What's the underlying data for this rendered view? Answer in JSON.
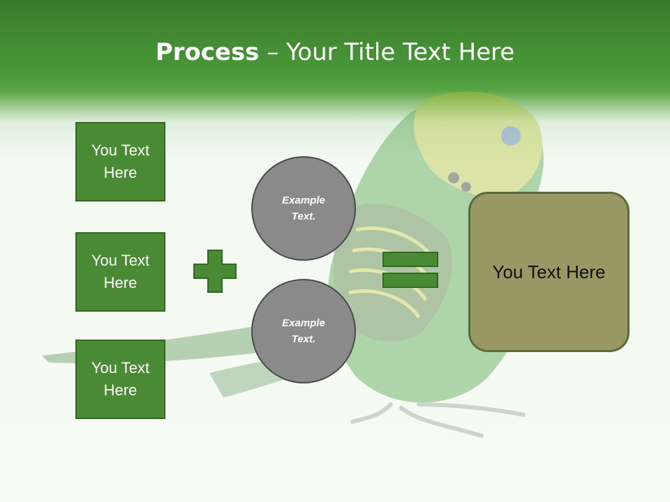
{
  "title": {
    "bold": "Process",
    "rest": " – Your Title Text Here"
  },
  "left_boxes": [
    "You Text Here",
    "You Text Here",
    "You Text Here"
  ],
  "circles": [
    "Example Text.",
    "Example Text."
  ],
  "result_box": "You Text Here",
  "icons": {
    "plus": "plus-icon",
    "equals": "equals-icon",
    "background": "budgerigar-image"
  },
  "colors": {
    "header_green": "#4a9a3a",
    "box_green": "#4a8a35",
    "circle_gray": "#8a8a8a",
    "result_olive": "#999764"
  }
}
